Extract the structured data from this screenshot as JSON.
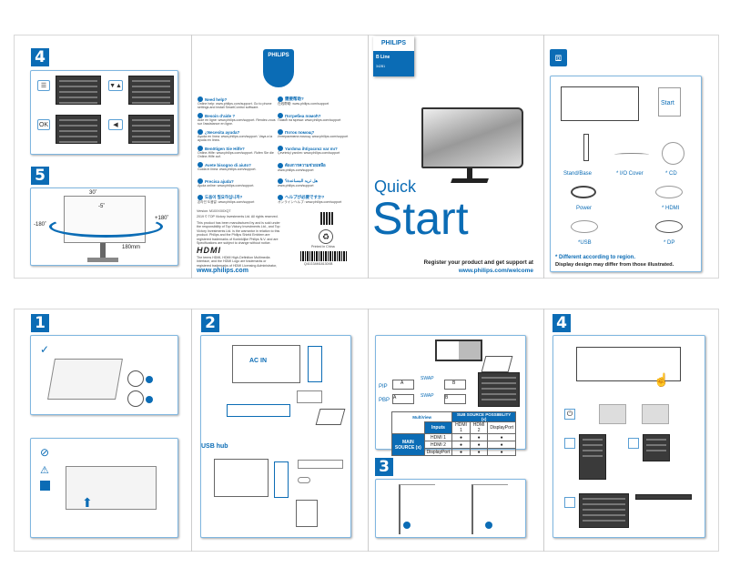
{
  "top_left": {
    "step4_badge": "4",
    "step5_badge": "5",
    "keys": [
      "☰",
      "▼▲",
      "OK",
      "◀"
    ],
    "angles": {
      "tilt_up": "30˚",
      "tilt_down": "-5˚",
      "swivel_left": "-180˚",
      "swivel_right": "+180˚",
      "height": "180mm"
    }
  },
  "help_panel": {
    "brand": "PHILIPS",
    "entries": [
      {
        "heading": "Need help?",
        "text": "Online help: www.philips.com/support. Go to phone settings and install SmartControl software."
      },
      {
        "heading": "Besoin d'aide ?",
        "text": "Aide en ligne: www.philips.com/support. Rendez-vous sur l'assistance en ligne."
      },
      {
        "heading": "¿Necesita ayuda?",
        "text": "Ayuda en línea: www.philips.com/support. Vaya a la ayuda en línea."
      },
      {
        "heading": "Benötigen Sie Hilfe?",
        "text": "Online-Hilfe: www.philips.com/support. Rufen Sie die Online-Hilfe auf."
      },
      {
        "heading": "Avete bisogno di aiuto?",
        "text": "Guida in linea: www.philips.com/support."
      },
      {
        "heading": "Precisa ajuda?",
        "text": "Ajuda online: www.philips.com/support."
      },
      {
        "heading": "도움이 필요하십니까?",
        "text": "온라인 도움말: www.philips.com/support"
      },
      {
        "heading": "需要帮助?",
        "text": "在线帮助: www.philips.com/support"
      },
      {
        "heading": "Потребна помоћ?",
        "text": "Помоћ на мрежи: www.philips.com/support"
      },
      {
        "heading": "Поток помощ?",
        "text": "Интерактивна помощ: www.philips.com/support"
      },
      {
        "heading": "Yardıma ihtiyacınız var mı?",
        "text": "Çevrimiçi yardım: www.philips.com/support"
      },
      {
        "heading": "ต้องการความช่วยเหลือ",
        "text": "www.philips.com/support"
      },
      {
        "heading": "هل تريد المساعدة؟",
        "text": "www.philips.com/support"
      },
      {
        "heading": "ヘルプが必要ですか?",
        "text": "オンラインヘルプ: www.philips.com/support"
      }
    ],
    "version": "Version: M10XXX0XQT",
    "copyright": "2019 © TOP Victory Investments Ltd. All rights reserved.",
    "legal": "This product has been manufactured by and is sold under the responsibility of Top Victory Investments Ltd., and Top Victory Investments Ltd. is the warrantor in relation to this product. Philips and the Philips Shield Emblem are registered trademarks of Koninklijke Philips N.V. and are used under license.",
    "specs_note": "Specifications are subject to change without notice.",
    "hdmi_logo": "HDMI",
    "hdmi_text": "The terms HDMI, HDMI High-Definition Multimedia Interface, and the HDMI Logo are trademarks or registered trademarks of HDMI Licensing Administrator, Inc.",
    "website": "www.philips.com",
    "printed": "Printed in China",
    "barcode": "Q41G34M18130XB"
  },
  "cover": {
    "brand": "PHILIPS",
    "line": "B Line",
    "model": "342B1",
    "quick": "Quick",
    "start": "Start",
    "register": "Register your product and get support at",
    "url": "www.philips.com/welcome"
  },
  "box_contents": {
    "items": [
      "Stand/Base",
      "* I/O Cover",
      "* CD",
      "Power",
      "* HDMI",
      "*USB",
      "* DP"
    ],
    "guide_label": "Start",
    "note1": "* Different according to region.",
    "note2": "Display design may differ from those illustrated."
  },
  "bottom": {
    "step1": "1",
    "step2": "2",
    "step3": "3",
    "step4": "4",
    "ac_in": "AC IN",
    "usb_hub": "USB hub",
    "pip": "PIP",
    "pbp": "PBP",
    "swap": "SWAP",
    "pip_a": "A",
    "pip_b": "B",
    "table": {
      "brand": "MultiView",
      "inputs_header": "Inputs",
      "sub_header": "SUB SOURCE POSSIBILITY (x)",
      "main_header": "MAIN SOURCE (x)",
      "columns": [
        "HDMI 1",
        "HDMI 2",
        "DisplayPort"
      ],
      "rows": [
        "HDMI 1",
        "HDMI 2",
        "DisplayPort"
      ],
      "mark": "●"
    }
  },
  "colors": {
    "accent": "#0b6cb5",
    "frame": "#7fb6e0"
  }
}
